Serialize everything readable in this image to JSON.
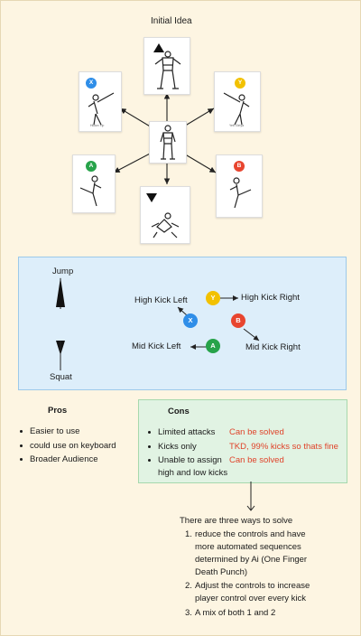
{
  "title": "Initial Idea",
  "cards": [
    {
      "id": "up",
      "button": null,
      "icon": "up-triangle-icon",
      "caption": ""
    },
    {
      "id": "x",
      "button": "X",
      "color": "#2f8ee8",
      "caption": "Hillion Yip"
    },
    {
      "id": "y",
      "button": "Y",
      "color": "#f2c100",
      "caption": "Yeb Giriya"
    },
    {
      "id": "a",
      "button": "A",
      "color": "#27a34a",
      "caption": ""
    },
    {
      "id": "b",
      "button": "B",
      "color": "#e8452f",
      "caption": ""
    },
    {
      "id": "down",
      "button": null,
      "icon": "down-triangle-icon",
      "caption": ""
    }
  ],
  "controls": {
    "jump": "Jump",
    "squat": "Squat",
    "high_kick_left": "High Kick Left",
    "high_kick_right": "High Kick Right",
    "mid_kick_left": "Mid Kick Left",
    "mid_kick_right": "Mid Kick Right",
    "btn_x": "X",
    "btn_y": "Y",
    "btn_a": "A",
    "btn_b": "B"
  },
  "pros": {
    "heading": "Pros",
    "items": [
      "Easier to use",
      "could use on keyboard",
      "Broader Audience"
    ]
  },
  "cons": {
    "heading": "Cons",
    "items": [
      {
        "text": "Limited attacks",
        "note": "Can be solved"
      },
      {
        "text": "Kicks only",
        "note": "TKD, 99% kicks so thats fine"
      },
      {
        "text": "Unable to assign",
        "text2": "high and low kicks",
        "note": "Can be solved"
      }
    ]
  },
  "solutions": {
    "intro_line1": "There are three ways to solve",
    "items": [
      {
        "num": "1.",
        "lines": [
          "reduce the controls and have",
          "more automated sequences",
          "determined by Ai (One Finger",
          "Death Punch)"
        ]
      },
      {
        "num": "2.",
        "lines": [
          "Adjust the controls to increase",
          "player control over every kick"
        ]
      },
      {
        "num": "3.",
        "lines": [
          "A mix of both 1 and 2"
        ]
      }
    ]
  },
  "colors": {
    "x": "#2f8ee8",
    "y": "#f2c100",
    "a": "#27a34a",
    "b": "#e8452f",
    "note": "#e0432a",
    "blue_panel": "#ddeefa",
    "green_panel": "#e1f3e3",
    "board": "#fdf5e2"
  }
}
